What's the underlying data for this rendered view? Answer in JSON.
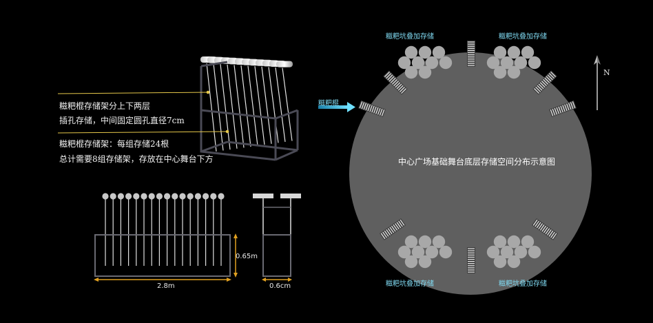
{
  "annotations": {
    "line1": "糍粑棍存储架分上下两层",
    "line2": "插孔存储，中间固定圆孔直径7cm",
    "line3": "糍粑棍存储架：每组存储24根",
    "line4": "总计需要8组存储架，存放在中心舞台下方"
  },
  "dimensions": {
    "width_front": "2.8m",
    "height_front": "0.65m",
    "width_side": "0.6cm"
  },
  "plan": {
    "title": "中心广场基础舞台底层存储空间分布示意图",
    "pit_label_top_left": "糍粑坑叠加存储",
    "pit_label_top_right": "糍粑坑叠加存储",
    "pit_label_bottom_left": "糍粑坑叠加存储",
    "pit_label_bottom_right": "糍粑坑叠加存储",
    "stick_label": "糍粑棍",
    "north": "N"
  },
  "colors": {
    "background": "#000000",
    "plan_fill": "#5f5f5f",
    "accent_cyan": "#7fd8f0",
    "guide_yellow": "#e6c84a",
    "dimension_orange": "#e0a020"
  }
}
